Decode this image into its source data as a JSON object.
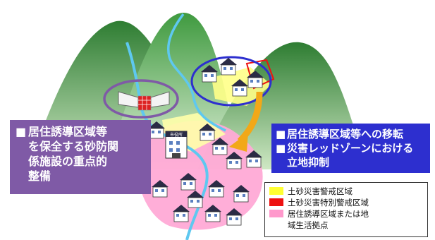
{
  "left_callout": {
    "bullet": "■",
    "lines": [
      "居住誘導区域等",
      "を保全する砂防関",
      "係施設の重点的",
      "整備"
    ]
  },
  "right_callout": {
    "bullet": "■",
    "item1": "居住誘導区域等への移転",
    "item2_line1": "災害レッドゾーンにおける",
    "item2_line2": "立地抑制"
  },
  "legend": {
    "items": [
      {
        "label": "土砂災害警戒区域",
        "color": "#ffff33"
      },
      {
        "label": "土砂災害特別警戒区域",
        "color": "#ee1111"
      },
      {
        "label": "居住誘導区域または地",
        "label_cont": "域生活拠点",
        "color": "#ff99cc"
      }
    ]
  },
  "city_hall_sign": "市役所",
  "colors": {
    "mountain": "#3a8f3a",
    "river": "#5ec8f0",
    "purple": "#7f5aa6",
    "blue": "#2d2fcf",
    "arrow": "#f2a818"
  }
}
